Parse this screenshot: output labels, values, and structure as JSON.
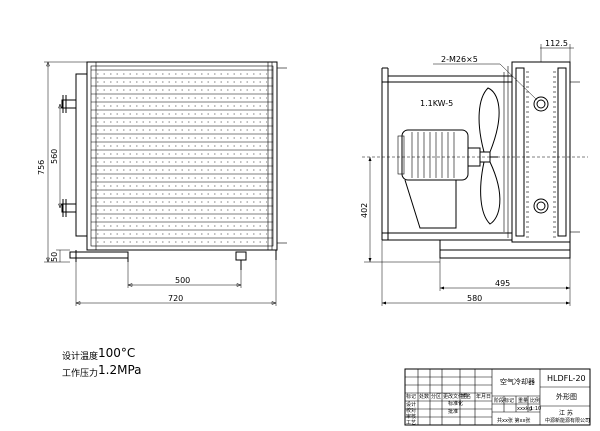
{
  "dimensions": {
    "d112_5": "112.5",
    "d756": "756",
    "d560": "560",
    "d50": "50",
    "d500": "500",
    "d720": "720",
    "d402": "402",
    "d495": "495",
    "d580": "580"
  },
  "annotations": {
    "holes": "2-M26×5",
    "motor": "1.1KW-5"
  },
  "specs": {
    "design_temp_label": "设计温度",
    "design_temp_value": "100°C",
    "work_pressure_label": "工作压力",
    "work_pressure_value": "1.2MPa"
  },
  "title_block": {
    "product_name": "空气冷却器",
    "model": "HLDFL-20",
    "drawing_name": "外形图",
    "province": "江 苏",
    "company": "中源新能源有限公司",
    "row_labels": [
      "标记",
      "处数",
      "分区",
      "更改文件号",
      "签名",
      "年月日"
    ],
    "left_labels": [
      "设计",
      "校对",
      "审核",
      "工艺"
    ],
    "std_label": "标准化",
    "approve_label": "批准",
    "stage_label": "阶段标记",
    "weight_label": "重量",
    "scale_label": "比例",
    "weight_value": "xxxkg",
    "scale_value": "1:10",
    "sheet_text": "共xx张 第xx张"
  }
}
